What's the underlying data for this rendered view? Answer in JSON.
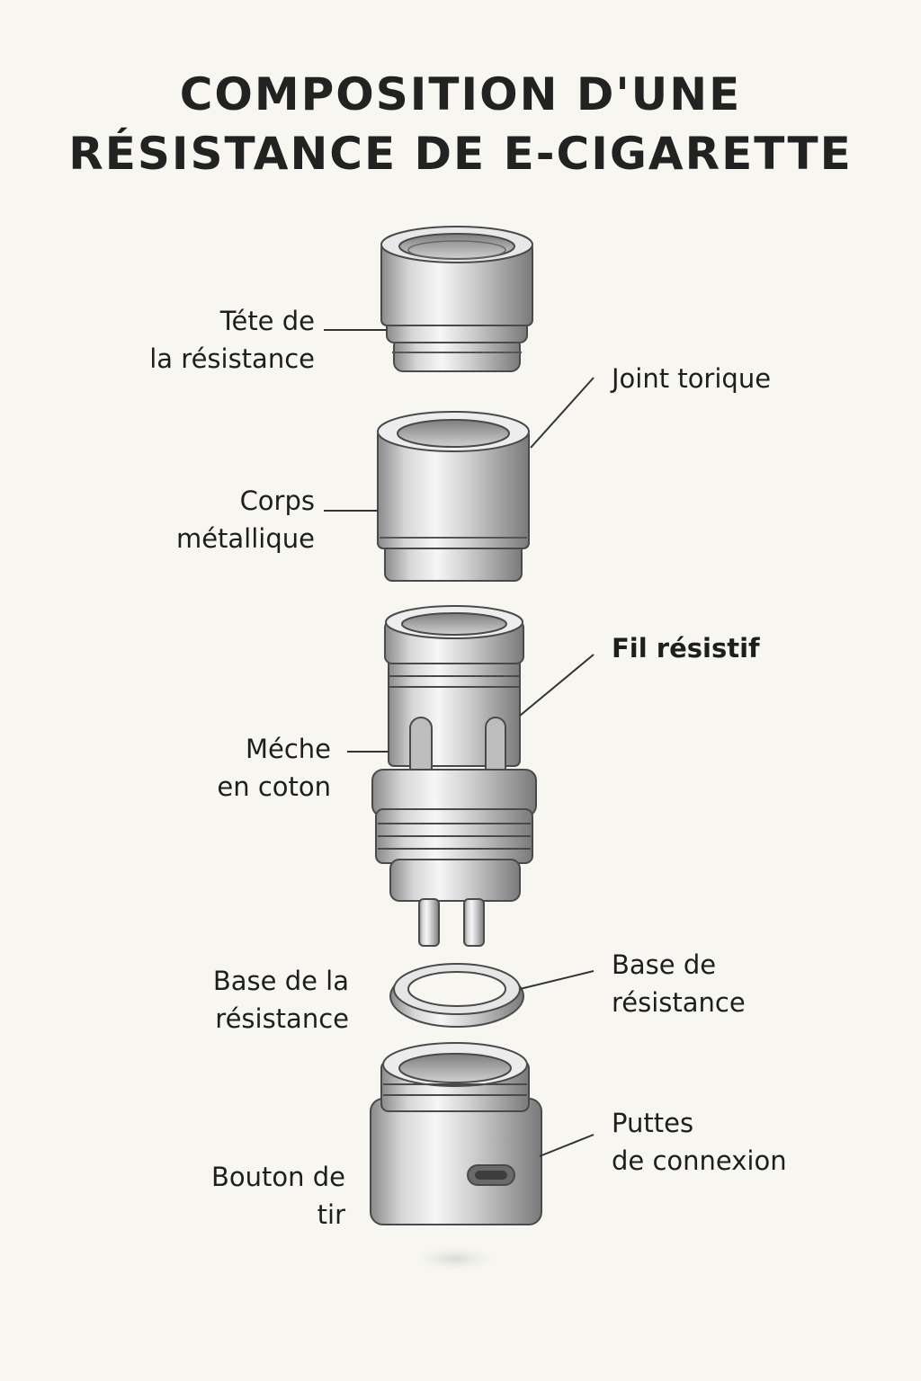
{
  "title": {
    "line1": "COMPOSITION D'UNE",
    "line2": "RÉSISTANCE DE E-CIGARETTE"
  },
  "labels": {
    "tete": [
      "Téte de",
      "la résistance"
    ],
    "joint": [
      "Joint torique"
    ],
    "corps": [
      "Corps",
      "métallique"
    ],
    "fil": [
      "Fil résistif"
    ],
    "meche": [
      "Méche",
      "en coton"
    ],
    "base_gauche": [
      "Base de la",
      "résistance"
    ],
    "base_droite": [
      "Base de",
      "résistance"
    ],
    "puttes": [
      "Puttes",
      "de connexion"
    ],
    "bouton": [
      "Bouton de",
      "tir"
    ]
  },
  "colors": {
    "background": "#f7f6f1",
    "ink": "#1e1e1e",
    "metal_light": "#f2f2f2",
    "metal_mid": "#c4c4c4",
    "metal_dark": "#7a7a7a"
  }
}
